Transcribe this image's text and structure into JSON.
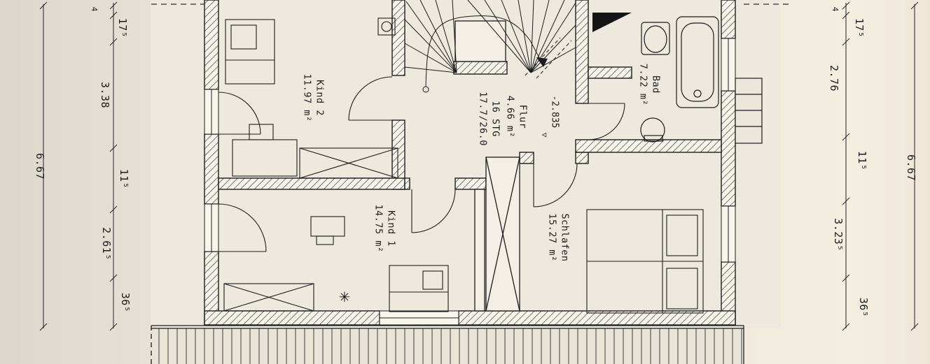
{
  "rooms": {
    "kind2": {
      "name": "Kind 2",
      "area": "11.97 m²"
    },
    "kind1": {
      "name": "Kind 1",
      "area": "14.75 m²"
    },
    "flur": {
      "name": "Flur",
      "area": "4.66 m²"
    },
    "bad": {
      "name": "Bad",
      "area": "7.22 m²"
    },
    "schlafen": {
      "name": "Schlafen",
      "area": "15.27 m²"
    }
  },
  "stairs": {
    "line1": "16 STG",
    "line2": "17.7/26.0"
  },
  "level_marker": {
    "value": "-2.835",
    "symbol": "▽"
  },
  "symbols": {
    "star": "✳"
  },
  "dimensions": {
    "left_outer": "6.67",
    "right_outer": "6.67",
    "left_chain": [
      "4",
      "17⁵",
      "3.38",
      "11⁵",
      "2.61⁵",
      "36⁵"
    ],
    "right_chain": [
      "4",
      "17⁵",
      "2.76",
      "11⁵",
      "3.23⁵",
      "36⁵"
    ]
  },
  "colors": {
    "paper": "#ece7dc",
    "ink": "#1c1c1c"
  }
}
